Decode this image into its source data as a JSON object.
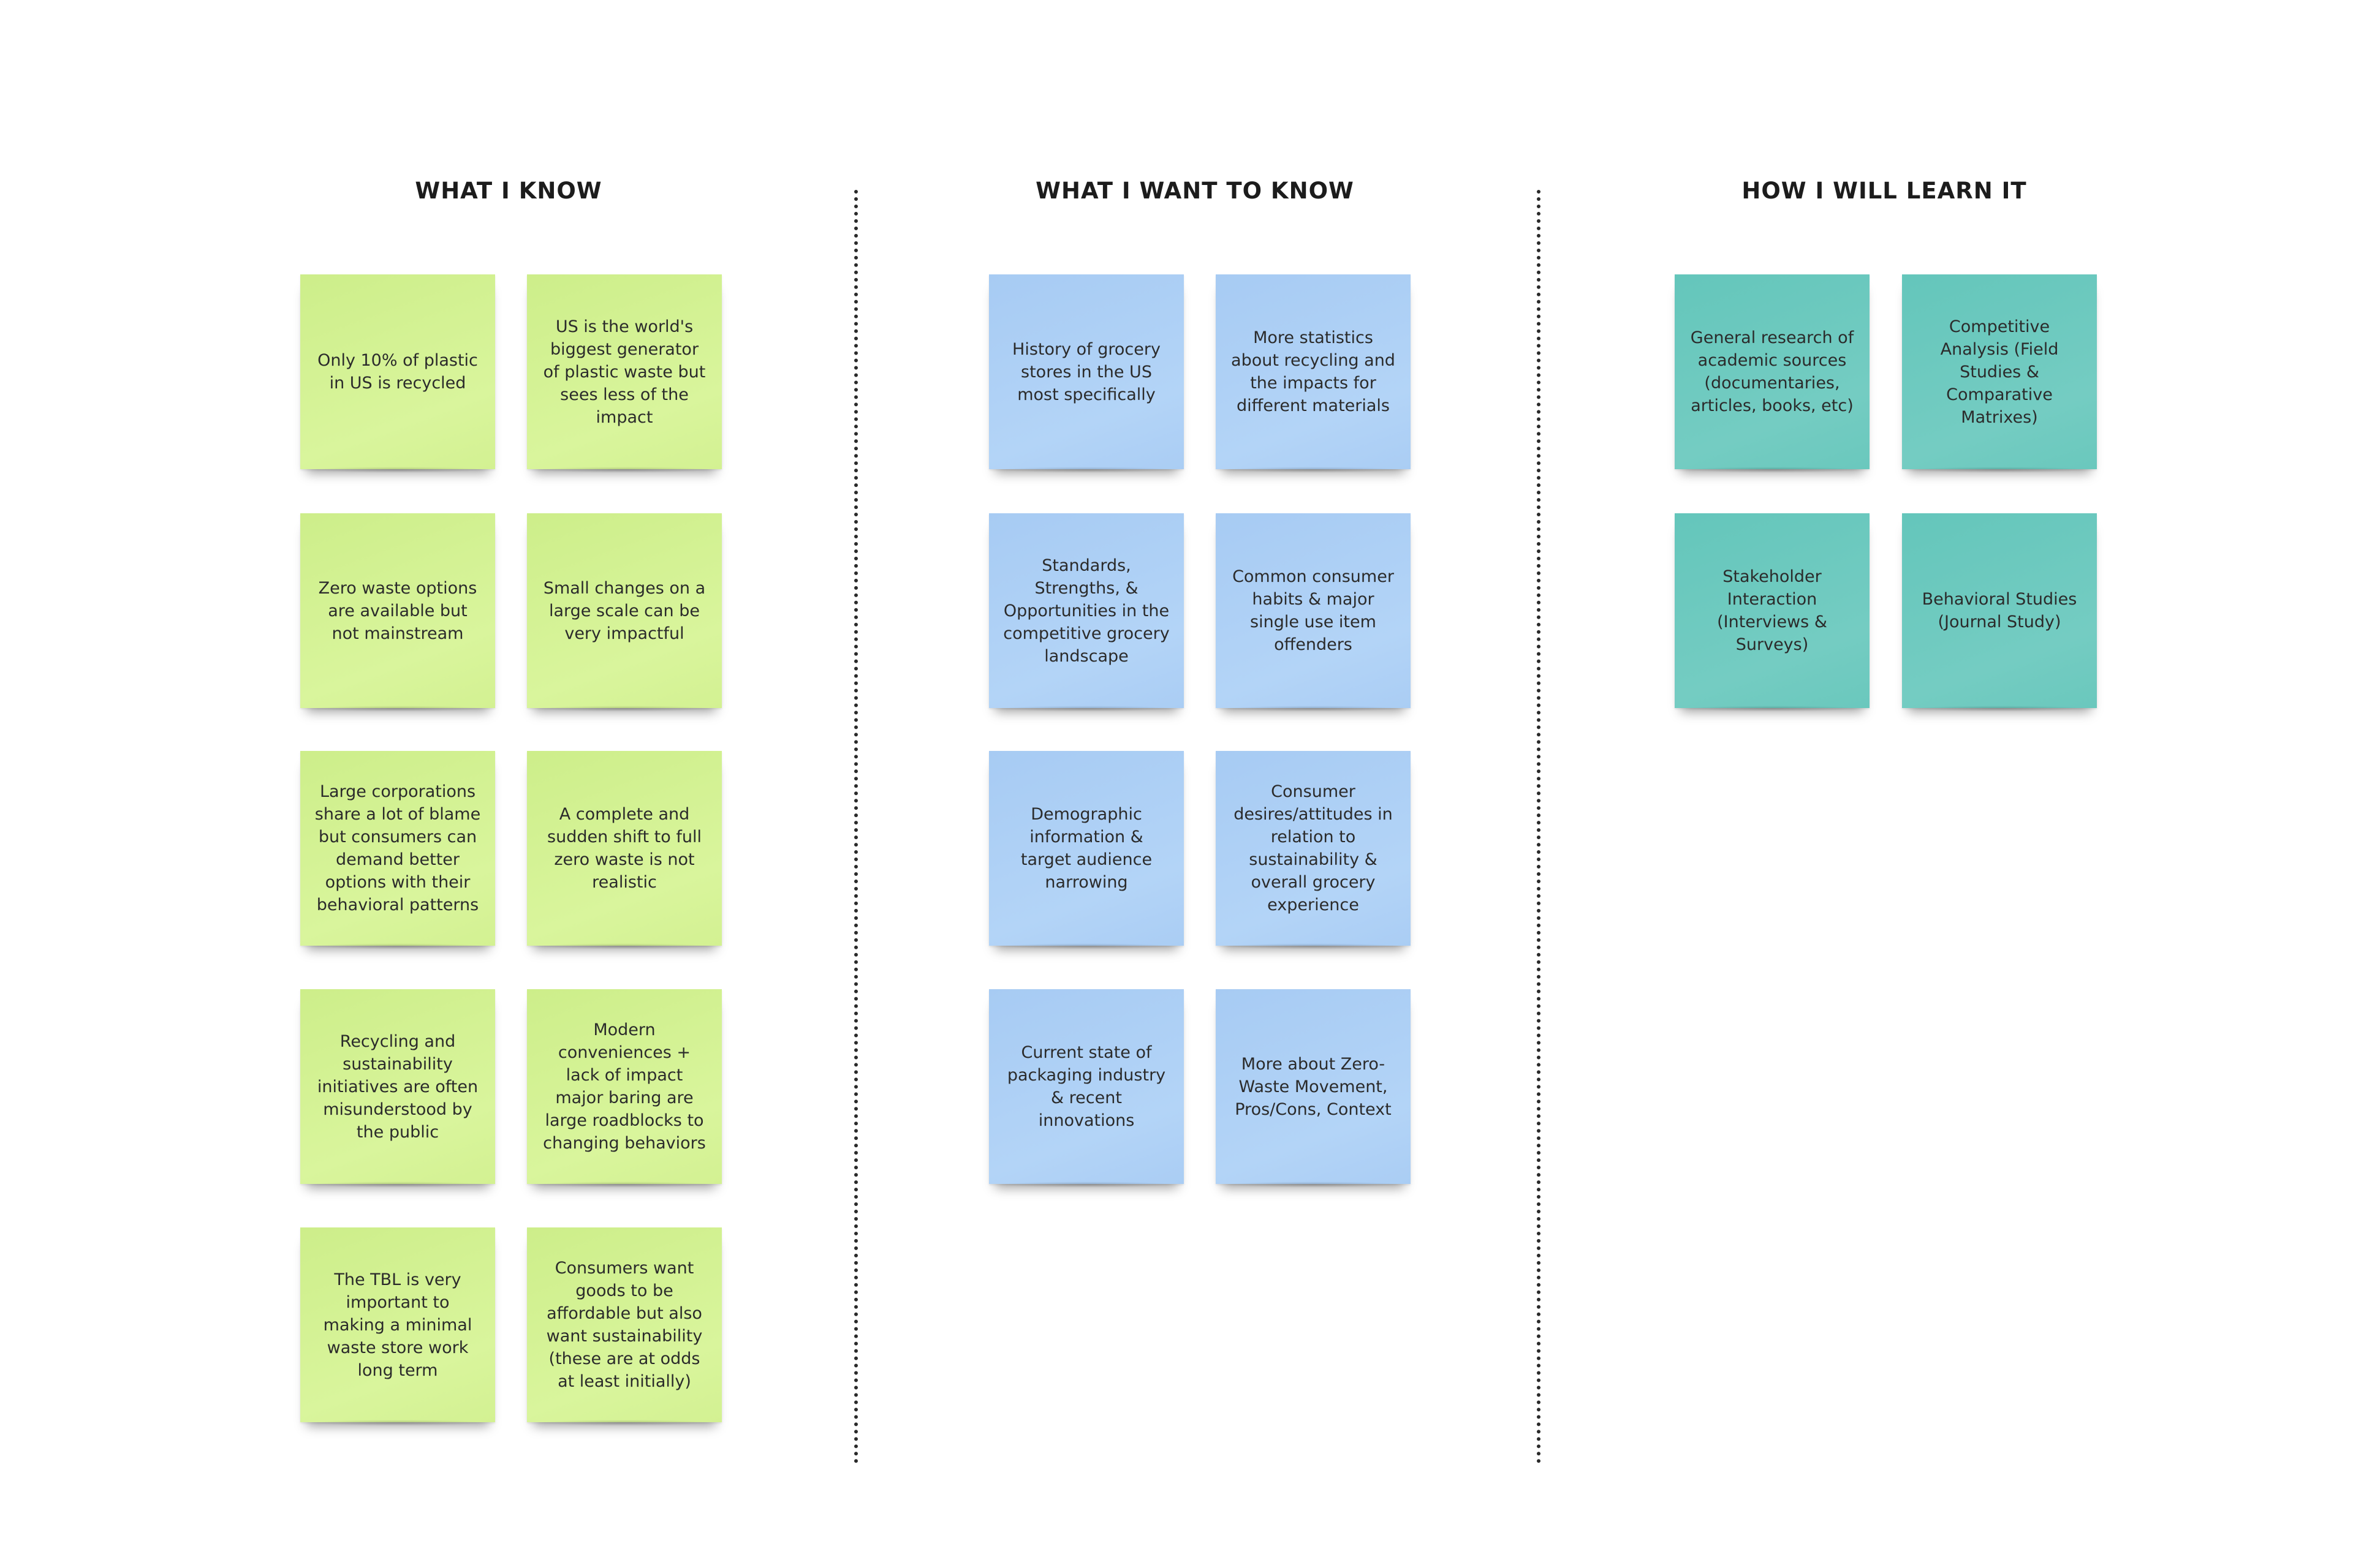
{
  "board": {
    "columns": [
      {
        "title": "WHAT I KNOW",
        "color": "#d6f398",
        "notes": [
          "Only 10% of plastic in US is recycled",
          "US is the world's biggest generator of plastic waste but sees less of the impact",
          "Zero waste options are available but not mainstream",
          "Small changes on a large scale can be very impactful",
          "Large corporations share a lot of blame but consumers can demand better options with their behavioral patterns",
          "A complete and sudden shift to full zero waste is not realistic",
          "Recycling and sustainability initiatives are often misunderstood by the public",
          "Modern conveniences + lack of impact major baring are large roadblocks to changing behaviors",
          "The TBL is very important to making a minimal waste store work long term",
          "Consumers want goods to be affordable but also want sustainability (these are at odds at least initially)"
        ]
      },
      {
        "title": "WHAT I WANT TO KNOW",
        "color": "#afd2f6",
        "notes": [
          "History of grocery stores in the US most specifically",
          "More statistics about recycling and the impacts for different materials",
          "Standards, Strengths, & Opportunities in the competitive grocery landscape",
          "Common consumer habits & major single use item offenders",
          "Demographic information & target audience narrowing",
          "Consumer desires/attitudes in relation to sustainability & overall grocery experience",
          "Current state of packaging industry & recent innovations",
          "More about Zero-Waste Movement, Pros/Cons, Context"
        ]
      },
      {
        "title": "HOW I WILL LEARN IT",
        "color": "#6dcac0",
        "notes": [
          "General research of academic sources (documentaries, articles, books, etc)",
          "Competitive Analysis (Field Studies & Comparative Matrixes)",
          "Stakeholder Interaction (Interviews & Surveys)",
          "Behavioral Studies (Journal Study)"
        ]
      }
    ]
  }
}
